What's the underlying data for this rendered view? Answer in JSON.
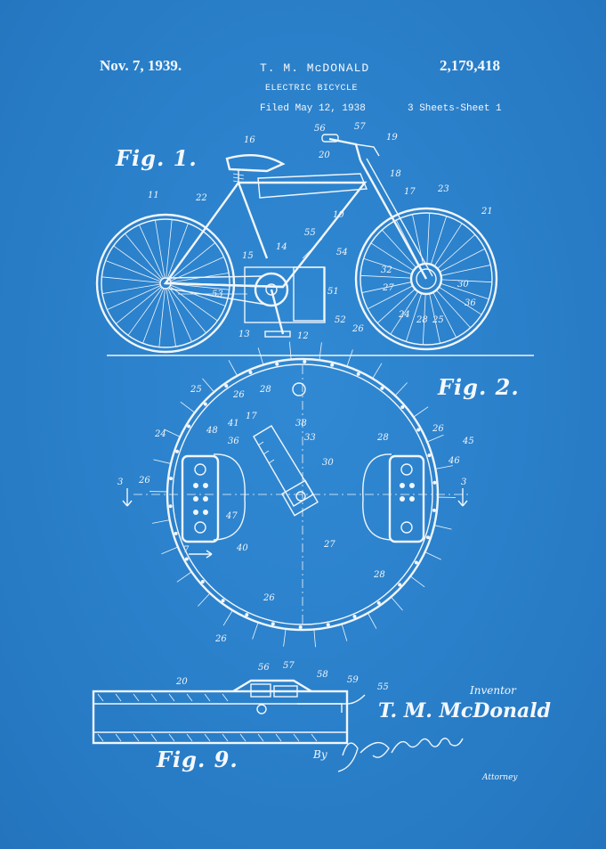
{
  "header": {
    "date": "Nov. 7, 1939.",
    "inventor": "T. M. McDONALD",
    "patent_number": "2,179,418",
    "title": "ELECTRIC BICYCLE",
    "filed": "Filed May 12, 1938",
    "sheets": "3 Sheets-Sheet 1"
  },
  "figures": {
    "fig1": "Fig. 1.",
    "fig2": "Fig. 2.",
    "fig9": "Fig. 9."
  },
  "signature": {
    "inventor_label": "Inventor",
    "inventor_name": "T. M. McDonald",
    "by": "By",
    "attorney_label": "Attorney"
  },
  "reference_numerals": {
    "fig1": [
      "16",
      "56",
      "57",
      "19",
      "20",
      "18",
      "11",
      "22",
      "23",
      "21",
      "17",
      "10",
      "55",
      "54",
      "14",
      "15",
      "53",
      "51",
      "13",
      "12",
      "52",
      "26",
      "32",
      "27",
      "24",
      "28",
      "25",
      "30",
      "36"
    ],
    "fig2": [
      "25",
      "28",
      "26",
      "24",
      "48",
      "41",
      "36",
      "38",
      "33",
      "17",
      "30",
      "28",
      "26",
      "45",
      "46",
      "3",
      "26",
      "3",
      "47",
      "7",
      "40",
      "27",
      "28",
      "26",
      "26"
    ],
    "fig9": [
      "20",
      "56",
      "57",
      "58",
      "59",
      "55"
    ]
  },
  "colors": {
    "blueprint_bg": "#2a7fc9",
    "line": "#f1f6fb"
  }
}
